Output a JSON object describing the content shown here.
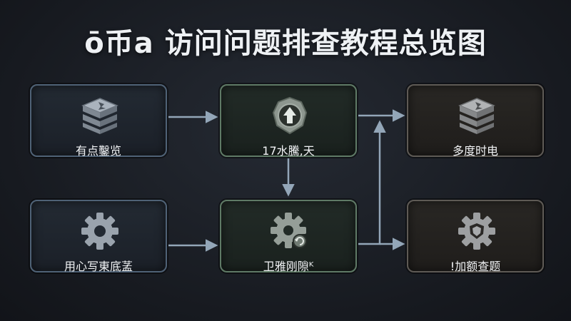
{
  "title": "ō币a 访问问题排查教程总览图",
  "nodes": [
    {
      "id": "n1",
      "label": "有点鑿览",
      "icon": "server-stack-icon",
      "tone": "blue"
    },
    {
      "id": "n2",
      "label": "17水騰,天",
      "icon": "upload-badge-icon",
      "tone": "green"
    },
    {
      "id": "n3",
      "label": "多度时电",
      "icon": "server-stack-icon",
      "tone": "brown"
    },
    {
      "id": "n4",
      "label": "用心写東底䓝",
      "icon": "gear-icon",
      "tone": "blue"
    },
    {
      "id": "n5",
      "label": "卫雅刚隙ᴷ",
      "icon": "gear-refresh-icon",
      "tone": "green"
    },
    {
      "id": "n6",
      "label": "!加额查题",
      "icon": "gear-shield-icon",
      "tone": "brown"
    }
  ],
  "edges": [
    {
      "from": "n1",
      "to": "n2"
    },
    {
      "from": "n2",
      "to": "n3"
    },
    {
      "from": "n2",
      "to": "n5"
    },
    {
      "from": "n4",
      "to": "n5"
    },
    {
      "from": "n5",
      "to": "n3"
    },
    {
      "from": "n5",
      "to": "n6"
    }
  ],
  "colors": {
    "wire": "#93a6b8",
    "icon": "#9aa3ad"
  }
}
